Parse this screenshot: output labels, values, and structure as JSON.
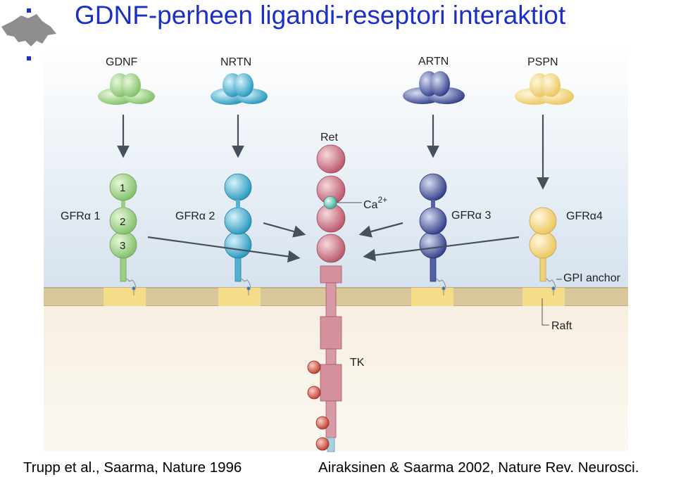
{
  "title": "GDNF-perheen ligandi-reseptori interaktiot",
  "colors": {
    "title": "#1c31c4",
    "gdnf": "#8cc87a",
    "nrtn": "#2ea6c8",
    "artn": "#3c4a94",
    "pspn": "#f2cf74",
    "ret": "#c86878",
    "ca": "#5cc0b0",
    "phospho": "#c84030",
    "membrane": "#d8c498",
    "raft": "#f4dc8c",
    "arrow": "#45505c"
  },
  "ligands": [
    {
      "label": "GDNF"
    },
    {
      "label": "NRTN"
    },
    {
      "label": "ARTN"
    },
    {
      "label": "PSPN"
    }
  ],
  "receptors": {
    "gfra1": {
      "label": "GFRα 1",
      "domains": [
        "1",
        "2",
        "3"
      ]
    },
    "gfra2": {
      "label": "GFRα 2"
    },
    "gfra3": {
      "label": "GFRα 3"
    },
    "gfra4": {
      "label": "GFRα4"
    }
  },
  "ret_label": "Ret",
  "ca_label": "Ca",
  "ca_superscript": "2+",
  "tk_label": "TK",
  "gpi_label": "GPI anchor",
  "raft_label": "Raft",
  "citations": {
    "left": "Trupp et al., Saarma, Nature 1996",
    "right": "Airaksinen & Saarma 2002,  Nature Rev. Neurosci."
  }
}
